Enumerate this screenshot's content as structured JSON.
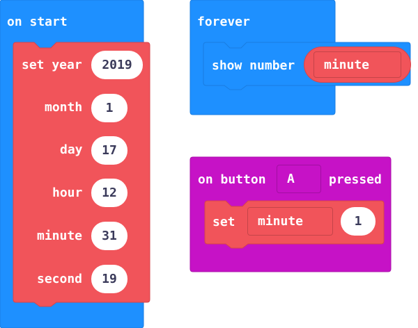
{
  "colors": {
    "basic_blue": "#1E90FF",
    "basic_blue_dark": "#1A7DE0",
    "time_red": "#F1545A",
    "time_red_dark": "#D7434A",
    "input_magenta": "#C612C6",
    "pill_text": "#3A3A5A"
  },
  "on_start": {
    "label": "on start",
    "set_year_label": "set year",
    "year": "2019",
    "month_label": "month",
    "month": "1",
    "day_label": "day",
    "day": "17",
    "hour_label": "hour",
    "hour": "12",
    "minute_label": "minute",
    "minute": "31",
    "second_label": "second",
    "second": "19"
  },
  "forever": {
    "label": "forever",
    "show_number_label": "show number",
    "value_label": "minute"
  },
  "on_button": {
    "label_prefix": "on button",
    "button": "A",
    "label_suffix": "pressed",
    "set_label": "set",
    "set_target": "minute",
    "set_value": "1"
  }
}
